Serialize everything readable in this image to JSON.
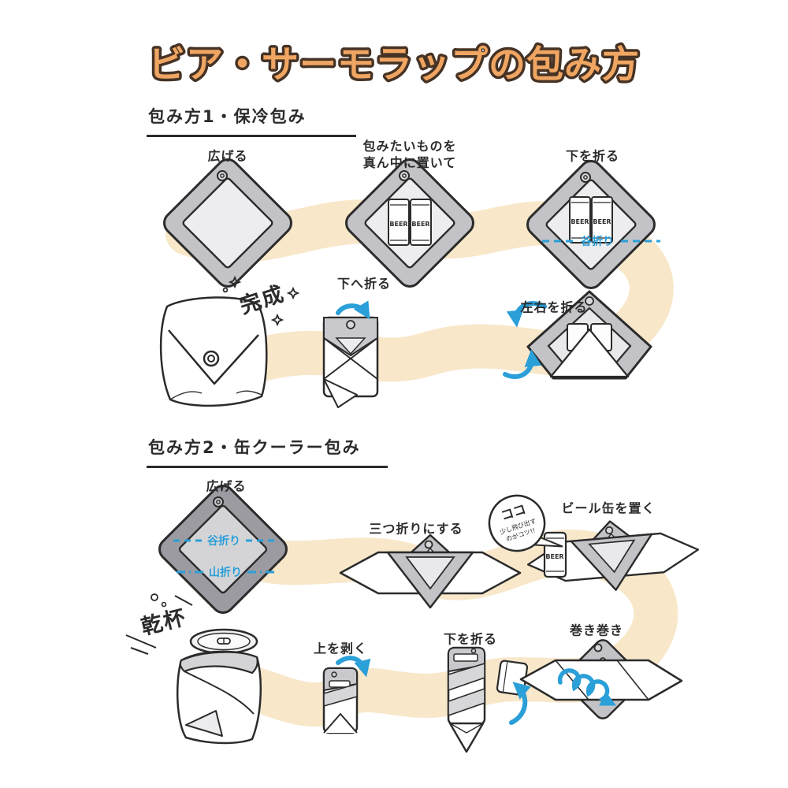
{
  "title": "ビア・サーモラップの包み方",
  "can_label": "BEER",
  "colors": {
    "title_fill": "#f0a662",
    "title_outline": "#463325",
    "line_ink": "#2b2b2b",
    "ribbon": "#f9e7ca",
    "accent_blue": "#2a9fd8",
    "wrap_gray": "#c3c3c7",
    "wrap_dark_gray": "#9b9ba1",
    "wrap_light": "#ececee"
  },
  "section1": {
    "heading": "包み方1・保冷包み",
    "step_spread": "広げる",
    "step_place_line1": "包みたいものを",
    "step_place_line2": "真ん中に置いて",
    "step_fold_bottom": "下を折る",
    "valley_fold": "谷折り",
    "step_fold_sides": "左右を折る",
    "step_fold_down": "下へ折る",
    "done": "完成"
  },
  "section2": {
    "heading": "包み方2・缶クーラー包み",
    "step_spread": "広げる",
    "valley_fold": "谷折り",
    "mountain_fold": "山折り",
    "step_trifold": "三つ折りにする",
    "step_place_can": "ビール缶を置く",
    "bubble_title": "ココ",
    "bubble_line1": "少し飛び出す",
    "bubble_line2": "のがコツ!!",
    "step_roll": "巻き巻き",
    "step_fold_bottom": "下を折る",
    "step_peel_top": "上を剥く",
    "done": "乾杯"
  }
}
